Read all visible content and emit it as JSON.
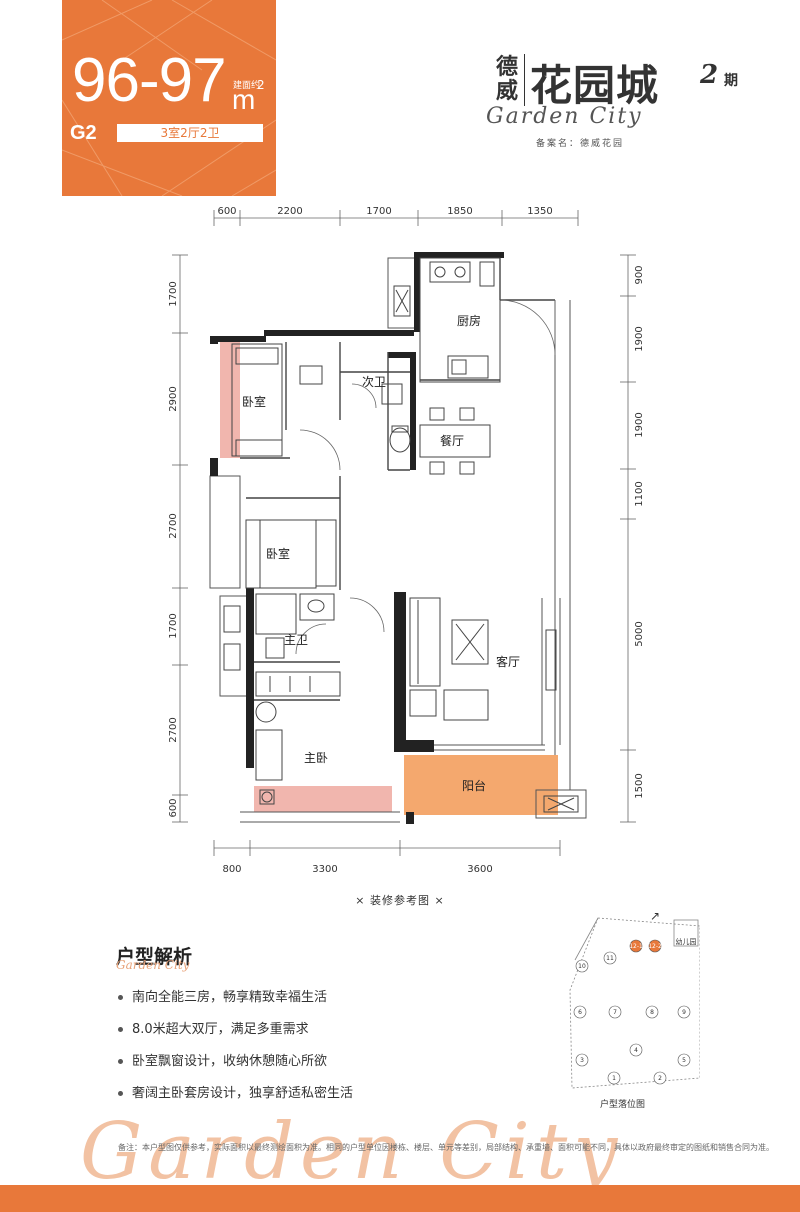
{
  "header": {
    "area": "96-97",
    "area_label": "建面约",
    "unit": "m",
    "unit_sup": "2",
    "code": "G2",
    "layout": "3室2厅2卫"
  },
  "brand": {
    "developer": "德威",
    "name": "花园城",
    "phase_num": "2",
    "phase_char": "期",
    "english": "Garden City",
    "record": "备案名：德威花园"
  },
  "plan": {
    "top_dims": [
      "600",
      "2200",
      "1700",
      "1850",
      "1350"
    ],
    "bottom_dims": [
      "800",
      "3300",
      "3600"
    ],
    "left_dims": [
      "1700",
      "2900",
      "2700",
      "1700",
      "2700",
      "600"
    ],
    "right_dims": [
      "900",
      "1900",
      "1900",
      "1100",
      "5000",
      "1500"
    ],
    "rooms": {
      "kitchen": "厨房",
      "bath2": "次卫",
      "dining": "餐厅",
      "bedroom1": "卧室",
      "bedroom2": "卧室",
      "master_bath": "主卫",
      "living": "客厅",
      "master_bed": "主卧",
      "balcony": "阳台"
    },
    "caption": "×  装修参考图  ×"
  },
  "analysis": {
    "title": "户型解析",
    "subtitle": "Garden City",
    "features": [
      "南向全能三房，畅享精致幸福生活",
      "8.0米超大双厅，满足多重需求",
      "卧室飘窗设计，收纳休憩随心所欲",
      "奢阔主卧套房设计，独享舒适私密生活"
    ]
  },
  "site_map": {
    "label": "户型落位图",
    "kindergarten": "幼儿园",
    "buildings": [
      "1",
      "2",
      "3",
      "4",
      "5",
      "6",
      "7",
      "8",
      "9",
      "10",
      "11",
      "12-1",
      "12-2"
    ]
  },
  "footer": {
    "note": "备注：本户型图仅供参考，实际面积以最终测绘面积为准。相同的户型单位因楼栋、楼层、单元等差别，局部结构、承重墙、面积可能不同，具体以政府最终审定的图纸和销售合同为准。",
    "script_text": "Garden City"
  },
  "colors": {
    "accent": "#e8783a",
    "balcony": "#f4a86e",
    "bay_window": "#f1b6ae"
  }
}
